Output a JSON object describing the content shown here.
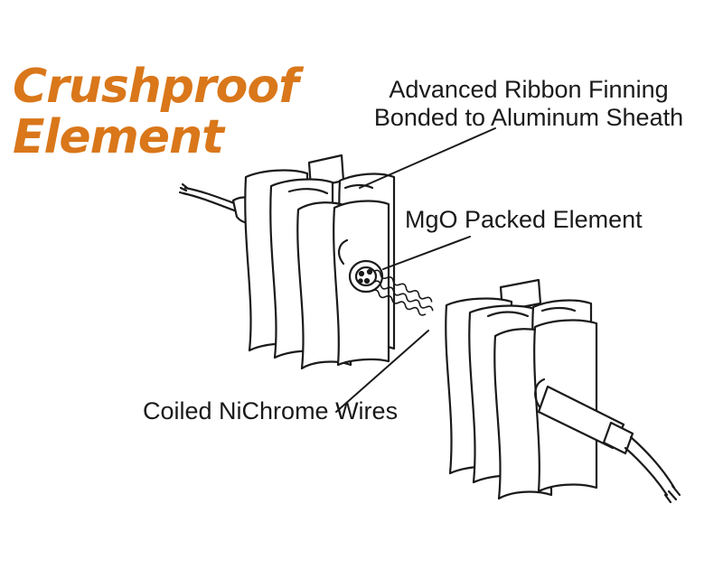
{
  "title": {
    "line1": "Crushproof",
    "line2": "Element",
    "color": "#d9771a"
  },
  "labels": {
    "ribbon_line1": "Advanced Ribbon Finning",
    "ribbon_line2": "Bonded to Aluminum Sheath",
    "mgo": "MgO Packed Element",
    "coil": "Coiled NiChrome Wires"
  },
  "colors": {
    "ink": "#1a1a1a",
    "fill": "#ffffff"
  }
}
